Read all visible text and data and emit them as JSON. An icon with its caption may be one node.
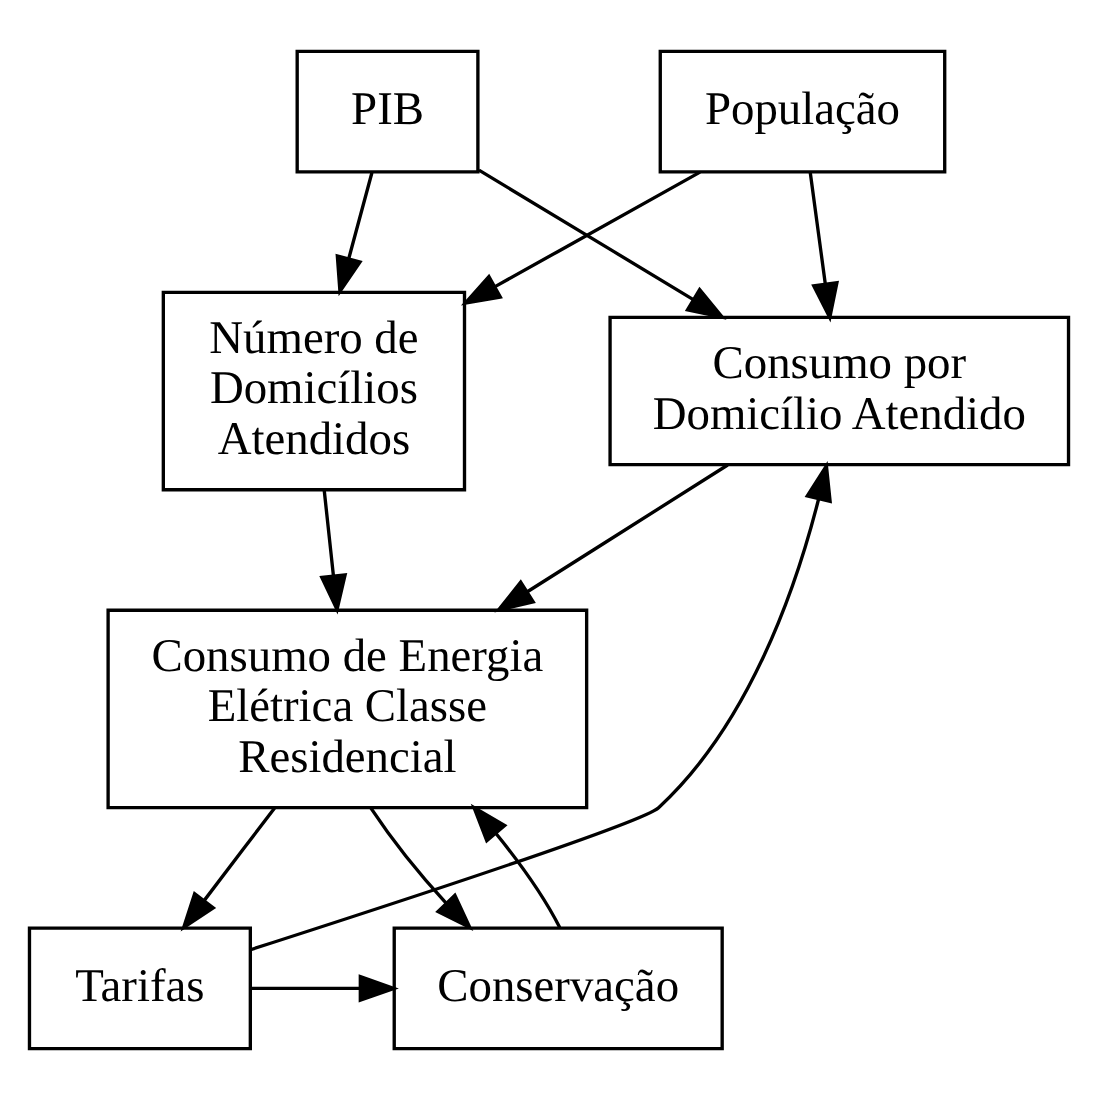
{
  "diagram": {
    "nodes": [
      {
        "text": [
          "PIB"
        ]
      },
      {
        "text": [
          "População"
        ]
      },
      {
        "text": [
          "Número de Domicílios Atendidos"
        ]
      },
      {
        "text": [
          "Consumo por Domicílio Atendido"
        ]
      },
      {
        "text": [
          "Consumo de Energia Elétrica Classe Residencial"
        ]
      },
      {
        "text": [
          "Conservação"
        ]
      },
      {
        "text": [
          "Tarifas"
        ]
      }
    ],
    "edges": [
      {
        "from": 0,
        "to": 2,
        "arrow": "to"
      },
      {
        "from": 0,
        "to": 3,
        "arrow": "to"
      },
      {
        "from": 1,
        "to": 2,
        "arrow": "to"
      },
      {
        "from": 1,
        "to": 3,
        "arrow": "to"
      },
      {
        "from": 2,
        "to": 4,
        "arrow": "to"
      },
      {
        "from": 3,
        "to": 4,
        "arrow": "to"
      },
      {
        "from": 4,
        "to": 5,
        "arrow": "to"
      },
      {
        "from": 5,
        "to": 4,
        "arrow": "to"
      },
      {
        "from": 4,
        "to": 6,
        "arrow": "to"
      },
      {
        "from": 6,
        "to": 5,
        "arrow": "to"
      },
      {
        "from": 6,
        "to": 3,
        "arrow": "to"
      }
    ]
  }
}
